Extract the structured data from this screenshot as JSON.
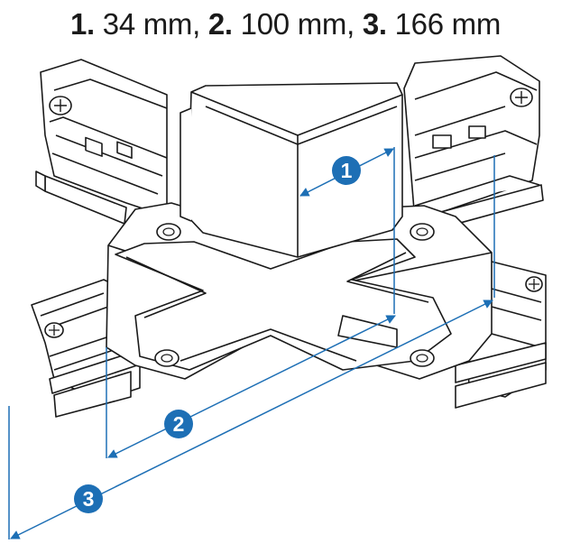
{
  "heading": {
    "items": [
      {
        "num": "1.",
        "value": "34 mm",
        "sep": ","
      },
      {
        "num": "2.",
        "value": "100 mm",
        "sep": ","
      },
      {
        "num": "3.",
        "value": "166 mm",
        "sep": ""
      }
    ]
  },
  "callouts": [
    {
      "label": "1"
    },
    {
      "label": "2"
    },
    {
      "label": "3"
    }
  ],
  "colors": {
    "dimension": "#1d6fb5",
    "line": "#1a1a1a",
    "fill": "#ffffff"
  }
}
